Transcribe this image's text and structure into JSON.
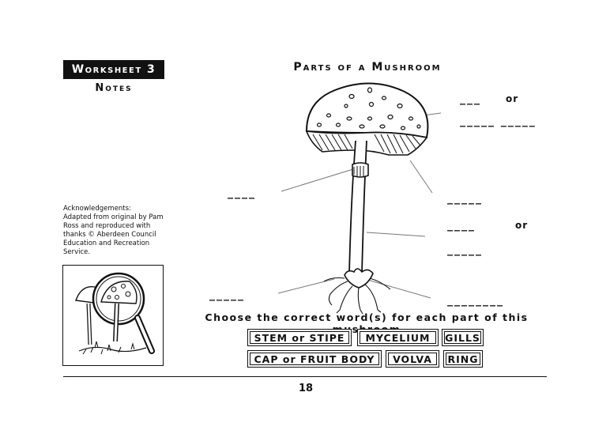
{
  "header": {
    "badge": "Worksheet 3",
    "subtitle": "Notes",
    "title": "Parts of a Mushroom"
  },
  "acknowledgements": {
    "heading": "Acknowledgements:",
    "body": "Adapted from original by Pam Ross and reproduced with thanks © Aberdeen Council Education and Recreation Service."
  },
  "blanks": {
    "right_1": "___ ",
    "right_1_or": "or",
    "right_2": "_____ _____",
    "right_3": "_____",
    "right_4": "____",
    "right_4_or": "or",
    "right_5": "_____",
    "right_6": "________",
    "left_1": "____",
    "left_2": "_____"
  },
  "instruction": "Choose the correct word(s) for each part of this mushroom",
  "word_bank": {
    "row1": [
      "STEM or STIPE",
      "MYCELIUM",
      "GILLS"
    ],
    "row2": [
      "CAP or FRUIT BODY",
      "VOLVA",
      "RING"
    ]
  },
  "footer": {
    "page_number": "18"
  }
}
